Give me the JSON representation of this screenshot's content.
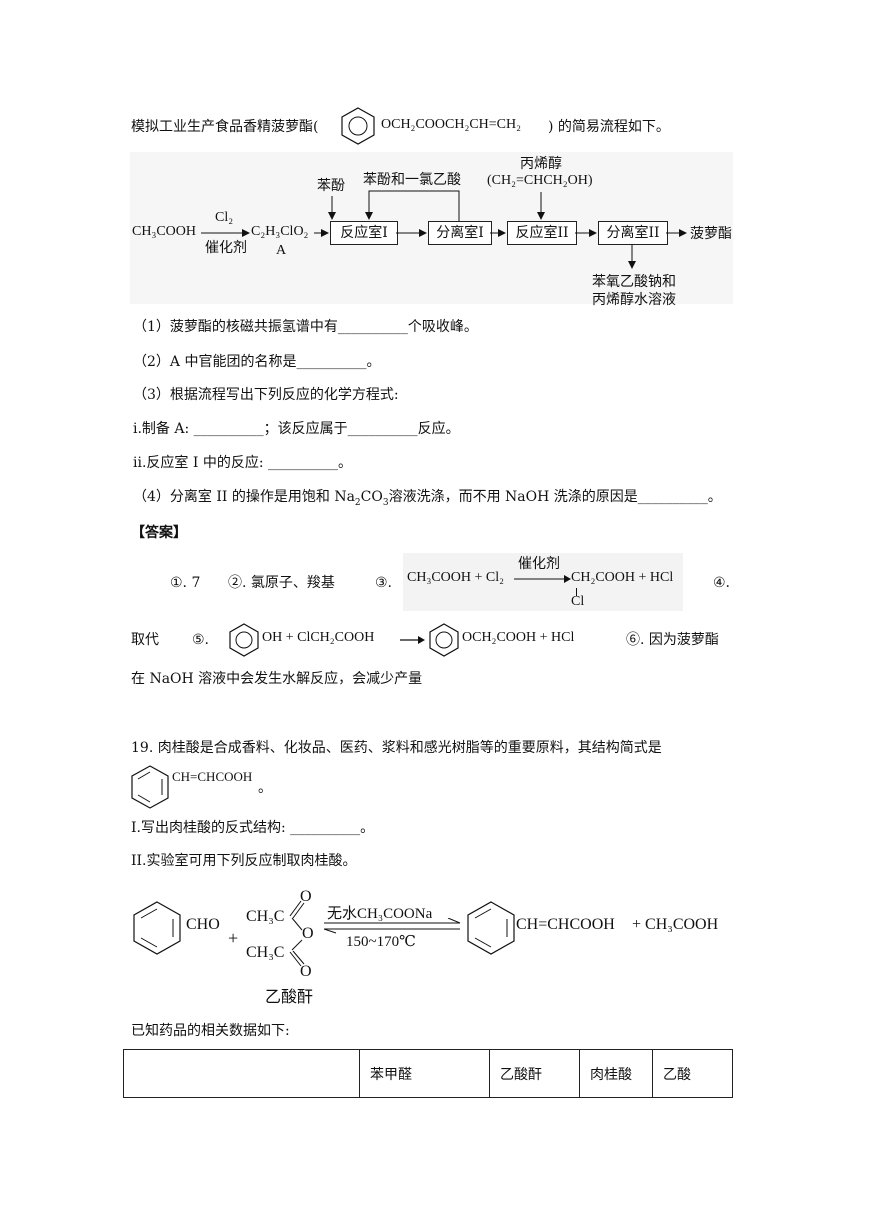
{
  "q18": {
    "intro_before": "模拟工业生产食品香精菠萝酯(",
    "intro_formula": "OCH₂COOCH₂CH=CH₂",
    "intro_after": ") 的简易流程如下。",
    "flow": {
      "start": "CH₃COOH",
      "reagent_top": "Cl₂",
      "reagent_bottom": "催化剂",
      "product_a": "C₂H₃ClO₂",
      "label_a": "A",
      "phenol": "苯酚",
      "recycle": "苯酚和一氯乙酸",
      "allyl_name": "丙烯醇",
      "allyl_formula": "(CH₂=CHCH₂OH)",
      "box1": "反应室I",
      "box2": "分离室I",
      "box3": "反应室II",
      "box4": "分离室II",
      "final": "菠萝酯",
      "byproduct_1": "苯氧乙酸钠和",
      "byproduct_2": "丙烯醇水溶液"
    },
    "q1": "（1）菠萝酯的核磁共振氢谱中有__________个吸收峰。",
    "q2": "（2）A 中官能团的名称是__________。",
    "q3": "（3）根据流程写出下列反应的化学方程式:",
    "q3i": "i.制备 A: __________；该反应属于__________反应。",
    "q3ii": "ii.反应室 I 中的反应: __________。",
    "q4_before": "（4）分离室 II 的操作是用饱和 Na",
    "q4_sub": "2",
    "q4_mid": "CO",
    "q4_sub2": "3",
    "q4_after": "溶液洗涤，而不用 NaOH 洗涤的原因是__________。"
  },
  "answer": {
    "heading": "【答案】",
    "a1": "①. 7",
    "a2": "②. 氯原子、羧基",
    "a3": "③.",
    "eq3_left": "CH₃COOH + Cl₂",
    "eq3_cond": "催化剂",
    "eq3_right": "CH₂COOH + HCl",
    "eq3_cl": "Cl",
    "a4": "④.",
    "a4_cont": "取代",
    "a5": "⑤.",
    "eq5_a": "OH + ClCH₂COOH",
    "eq5_b": "OCH₂COOH + HCl",
    "a6": "⑥. 因为菠萝酯",
    "a6_cont": "在 NaOH 溶液中会发生水解反应，会减少产量"
  },
  "q19": {
    "intro": "19. 肉桂酸是合成香料、化妆品、医药、浆料和感光树脂等的重要原料，其结构简式是",
    "struct_label": "CH=CHCOOH",
    "struct_end": "。",
    "qI": "I.写出肉桂酸的反式结构: __________。",
    "qII": "II.实验室可用下列反应制取肉桂酸。",
    "rxn": {
      "cho": "CHO",
      "plus": "+",
      "ch3_top": "CH₃C",
      "o_top": "O",
      "o_mid": "O",
      "ch3_bot": "CH₃C",
      "o_bot": "O",
      "anhydride_name": "乙酸酐",
      "cond_top": "无水CH₃COONa",
      "cond_bottom": "150~170℃",
      "product": "CH=CHCOOH",
      "plus2": "+ CH₃COOH"
    },
    "data_intro": "已知药品的相关数据如下:",
    "table_headers": [
      "",
      "苯甲醛",
      "乙酸酐",
      "肉桂酸",
      "乙酸"
    ]
  }
}
